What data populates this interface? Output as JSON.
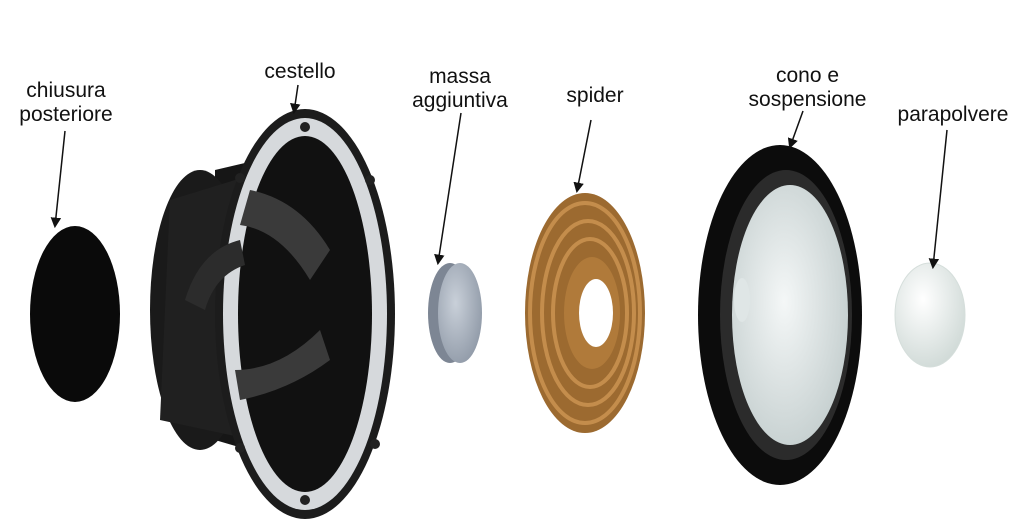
{
  "labels": {
    "chiusura_1": "chiusura",
    "chiusura_2": "posteriore",
    "cestello": "cestello",
    "massa_1": "massa",
    "massa_2": "aggiuntiva",
    "spider": "spider",
    "cono_1": "cono e",
    "cono_2": "sospensione",
    "parapolvere": "parapolvere"
  },
  "colors": {
    "black_part": "#0a0a0a",
    "frame_ring": "#d6d9dc",
    "massa": "#aab3bf",
    "spider": "#b07a3a",
    "cone_inner": "#e6ecec",
    "dustcap": "#eef3f1"
  }
}
